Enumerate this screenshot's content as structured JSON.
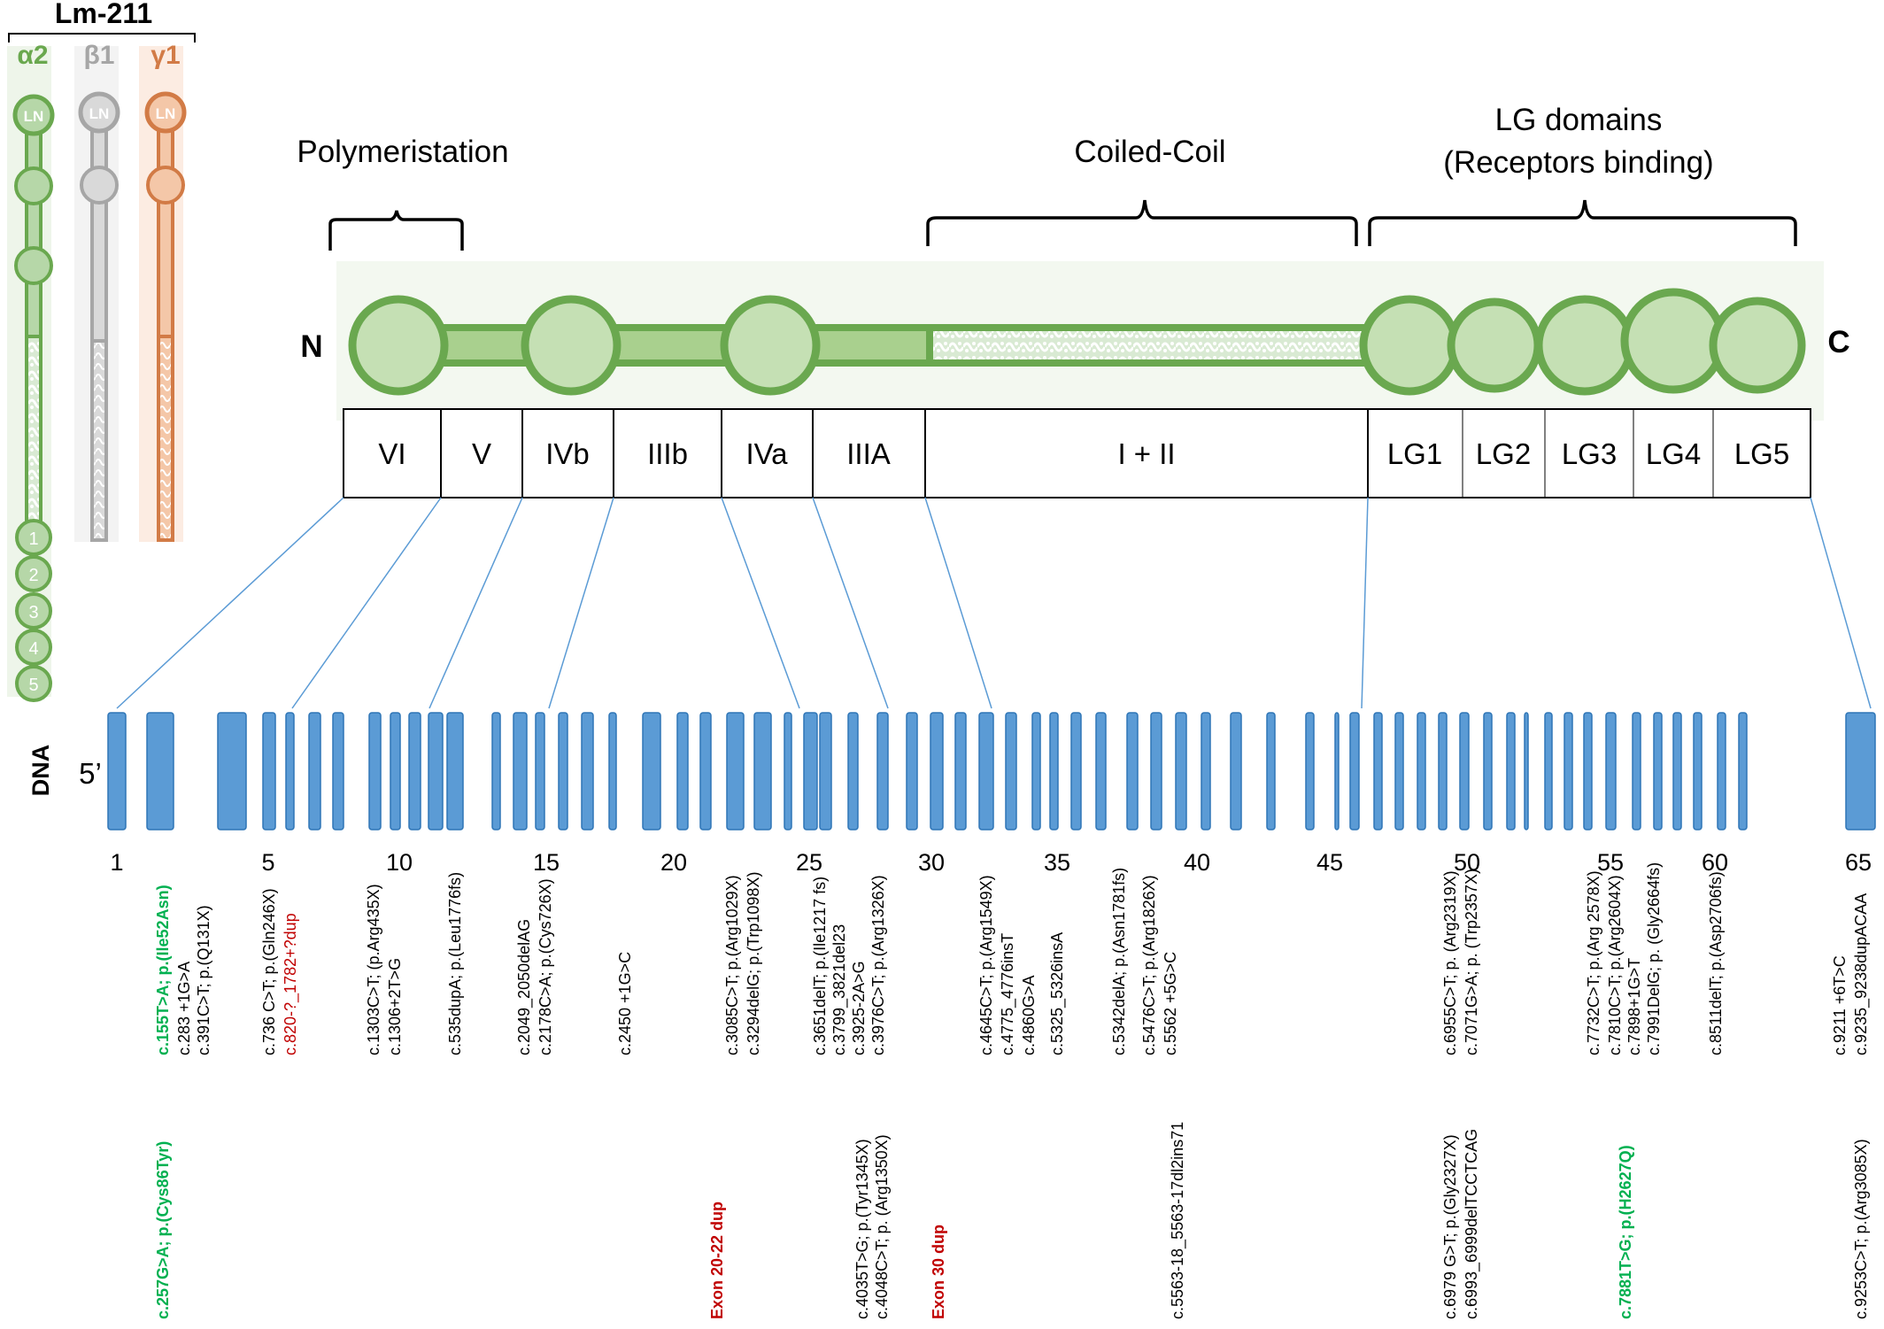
{
  "lm211": {
    "title": "Lm-211",
    "chains": [
      {
        "label": "α2",
        "color": "#6aa84f",
        "ln": "LN"
      },
      {
        "label": "β1",
        "color": "#a6a6a6",
        "ln": "LN"
      },
      {
        "label": "γ1",
        "color": "#d27b46",
        "ln": "LN"
      }
    ],
    "lg_numbers": [
      "1",
      "2",
      "3",
      "4",
      "5"
    ]
  },
  "headers": {
    "polymerisation": "Polymeristation",
    "coiled_coil": "Coiled-Coil",
    "lg_line1": "LG domains",
    "lg_line2": "(Receptors binding)"
  },
  "termini": {
    "n": "N",
    "c": "C"
  },
  "domains": [
    "VI",
    "V",
    "IVb",
    "IIIb",
    "IVa",
    "IIIA",
    "I + II",
    "LG1",
    "LG2",
    "LG3",
    "LG4",
    "LG5"
  ],
  "dna": {
    "label": "DNA",
    "five_prime": "5’",
    "exon_color": "#5b9bd5",
    "exon_numbers": [
      "1",
      "5",
      "10",
      "15",
      "20",
      "25",
      "30",
      "35",
      "40",
      "45",
      "50",
      "55",
      "60",
      "65"
    ]
  },
  "colors": {
    "mutation": "#000000",
    "missense": "#00b050",
    "duplication": "#c00000",
    "connector": "#5b9bd5",
    "alpha2": "#6aa84f"
  },
  "mutation_groups_top": [
    [
      "c.155T>A; p.(Ile52Asn)",
      "c.283 +1G>A",
      "c.391C>T; p.(Q131X)"
    ],
    [
      "c.736 C>T; p.(Gln246X)",
      "c.820-?_1782+?dup"
    ],
    [
      "c.1303C>T; (p.Arg435X)",
      "c.1306+2T>G"
    ],
    [
      "c.535dupA; p.(Leu1776fs)"
    ],
    [
      "c.2049_2050delAG",
      "c.2178C>A; p.(Cys726X)"
    ],
    [
      "c.2450 +1G>C"
    ],
    [
      "c.3085C>T; p.(Arg1029X)",
      "c.3294delG; p.(Trp1098X)"
    ],
    [
      "c.3651delT; p.(Ile1217 fs)",
      "c.3799_3821del23",
      "c.3925-2A>G",
      "c.3976C>T; p.(Arg1326X)"
    ],
    [
      "c.4645C>T; p.(Arg1549X)",
      "c.4775_4776insT",
      "c.4860G>A",
      "c.5325_5326insA"
    ],
    [
      "c.5342delA; p.(Asn1781fs)",
      "c.5476C>T; p.(Arg1826X)",
      "c.5562 +5G>C"
    ],
    [
      "c.6955C>T; p. (Arg2319X)",
      "c.7071G>A; p. (Trp2357X)"
    ],
    [
      "c.7732C>T; p.(Arg 2578X)",
      "c.7810C>T; p.(Arg2604X)",
      "c.7898+1G>T",
      "c.7991DelG; p. (Gly2664fs)"
    ],
    [
      "c.8511delT; p.(Asp2706fs)"
    ],
    [
      "c.9211 +6T>C",
      "c.9235_9238dupACAA"
    ]
  ],
  "mutation_groups_bottom": [
    [
      "c.257G>A; p.(Cys86Tyr)"
    ],
    [
      "Exon 20-22 dup"
    ],
    [
      "c.4035T>G; p.(Tyr1345X)",
      "c.4048C>T; p. (Arg1350X)"
    ],
    [
      "Exon 30 dup"
    ],
    [
      "c.5563-18_5563-17dl2ins71"
    ],
    [
      "c.6979 G>T; p.(Gly2327X)",
      "c.6993_6999delTCCTCAG"
    ],
    [
      "c.7881T>G; p.(H2627Q)"
    ],
    [
      "c.9253C>T; p.(Arg3085X)"
    ]
  ]
}
